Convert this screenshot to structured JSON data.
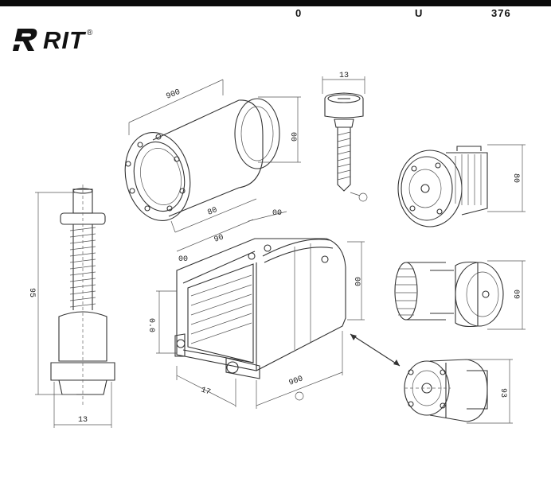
{
  "header": {
    "code_left": "0",
    "code_mid": "U",
    "code_right": "376"
  },
  "logo": {
    "brand": "RIT",
    "mark": "®"
  },
  "dimensions": {
    "cylinder_length": "900",
    "cylinder_body": "80",
    "cylinder_height": "00",
    "bolt_width": "13",
    "gear_height": "80",
    "post_height": "95",
    "post_base": "13",
    "housing_top": "00",
    "housing_len": "90",
    "housing_left": "00",
    "housing_height": "00",
    "housing_side": "0.0",
    "housing_depth": "17",
    "housing_bottom": "900",
    "roller_height": "09",
    "cap_height": "93"
  },
  "colors": {
    "line": "#333333",
    "background": "#ffffff",
    "bar": "#0b0b0b"
  }
}
